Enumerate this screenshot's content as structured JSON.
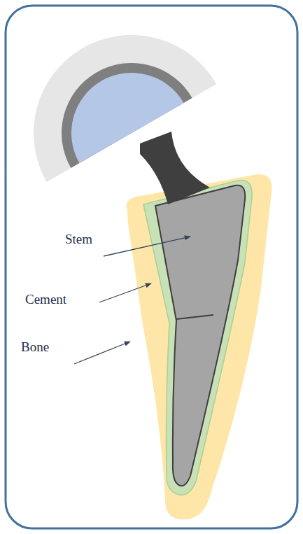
{
  "diagram": {
    "labels": [
      "Stem",
      "Cement",
      "Bone"
    ]
  }
}
